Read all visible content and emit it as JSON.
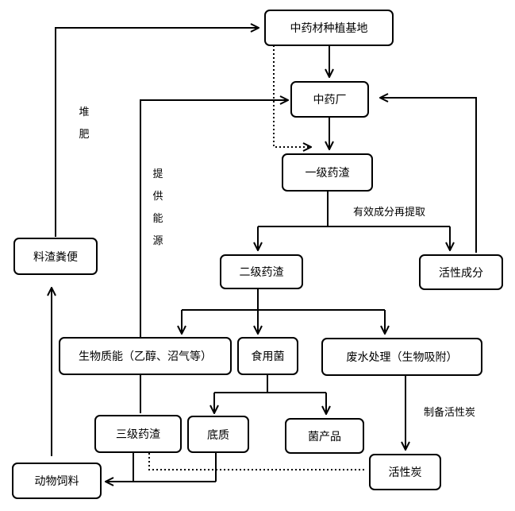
{
  "nodes": {
    "planting_base": "中药材种植基地",
    "factory": "中药厂",
    "residue_1": "一级药渣",
    "residue_2": "二级药渣",
    "active_components": "活性成分",
    "manure": "料渣粪便",
    "bioenergy": "生物质能（乙醇、沼气等）",
    "edible_fungi": "食用菌",
    "wastewater": "废水处理（生物吸附）",
    "residue_3": "三级药渣",
    "substrate": "底质",
    "fungal_products": "菌产品",
    "activated_carbon": "活性炭",
    "animal_feed": "动物饲料"
  },
  "edge_labels": {
    "compost": "堆肥",
    "energy_supply": "提供能源",
    "re_extraction": "有效成分再提取",
    "make_carbon": "制备活性炭"
  }
}
